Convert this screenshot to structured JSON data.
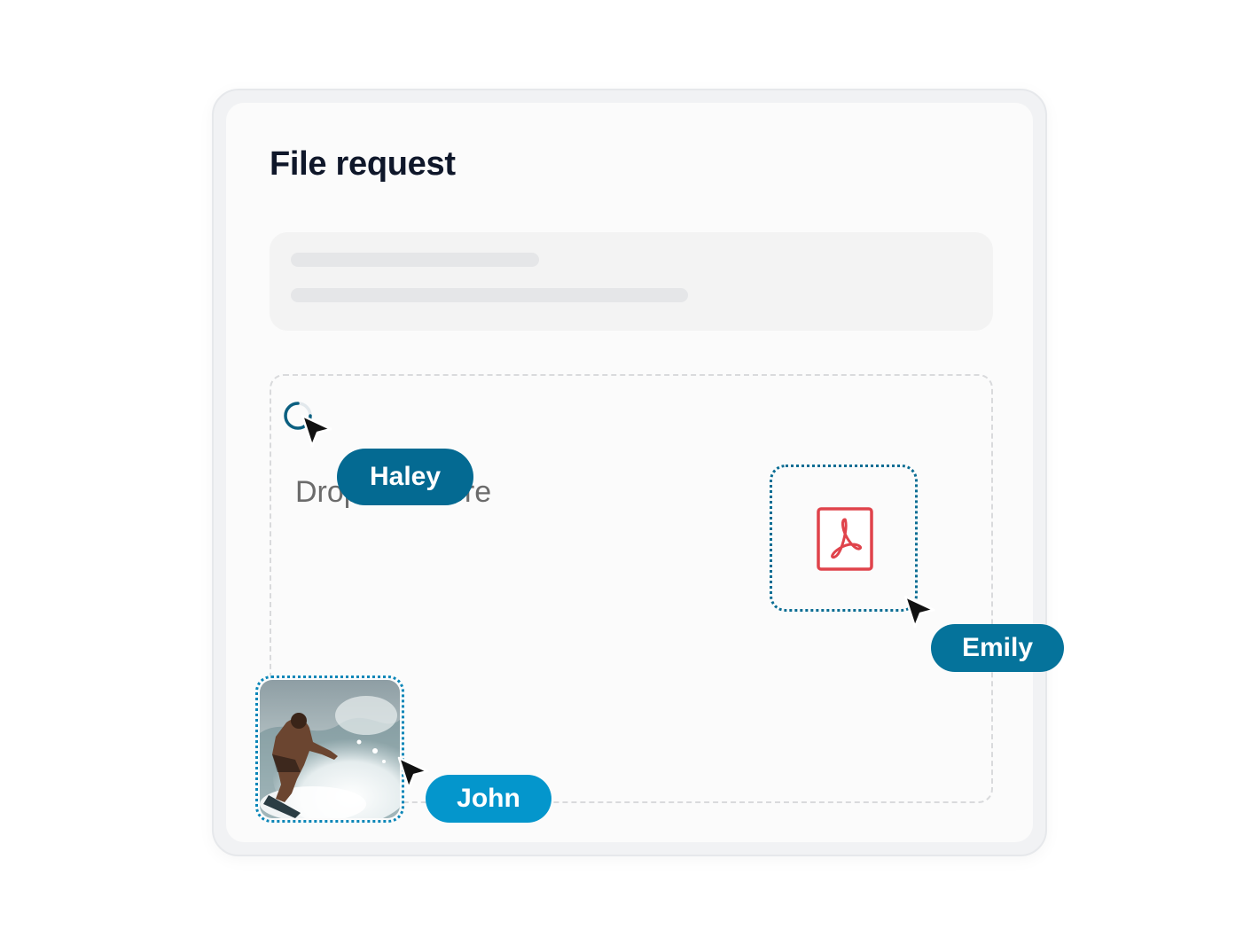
{
  "header": {
    "title": "File request"
  },
  "dropzone": {
    "prompt": "Drop files here"
  },
  "collaborators": [
    {
      "name": "Haley",
      "color": "#046a92",
      "state": "loading"
    },
    {
      "name": "Emily",
      "color": "#05739b",
      "dragging": "pdf-file"
    },
    {
      "name": "John",
      "color": "#0496cc",
      "dragging": "image-file"
    }
  ],
  "colors": {
    "pdf_red": "#e0434b",
    "dashed_border": "#d9dadc",
    "title_text": "#0f172a"
  }
}
